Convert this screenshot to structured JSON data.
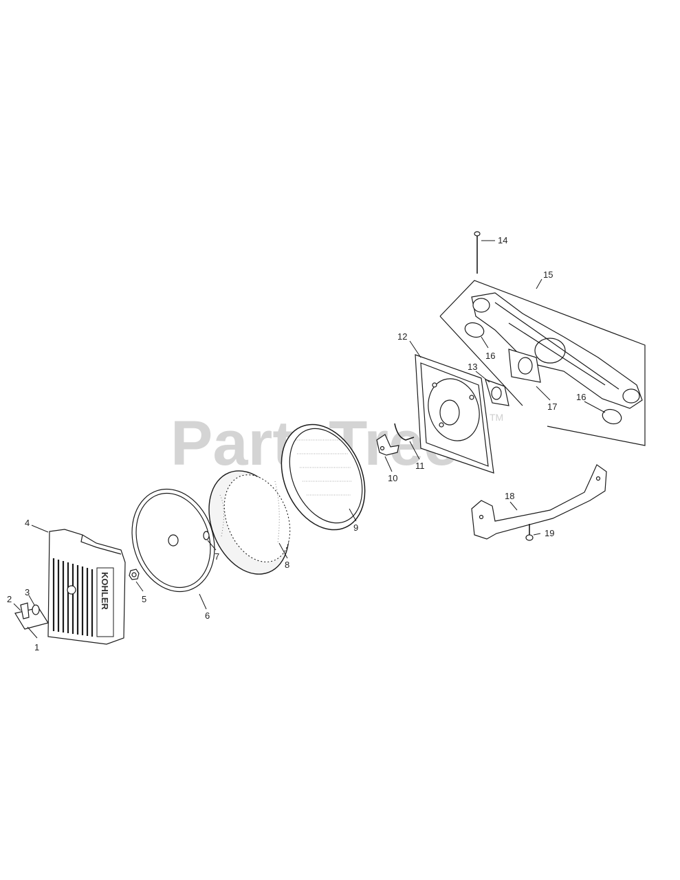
{
  "watermark": {
    "text": "PartsTree",
    "trademark": "TM"
  },
  "cover_brand": "KOHLER",
  "callouts": {
    "c1": "1",
    "c2": "2",
    "c3": "3",
    "c4": "4",
    "c5": "5",
    "c6": "6",
    "c7": "7",
    "c8": "8",
    "c9": "9",
    "c10": "10",
    "c11": "11",
    "c12": "12",
    "c13": "13",
    "c14": "14",
    "c15": "15",
    "c16a": "16",
    "c16b": "16",
    "c17": "17",
    "c18": "18",
    "c19": "19"
  },
  "colors": {
    "line": "#1a1a1a",
    "watermark": "#d4d4d4",
    "background": "#ffffff"
  }
}
